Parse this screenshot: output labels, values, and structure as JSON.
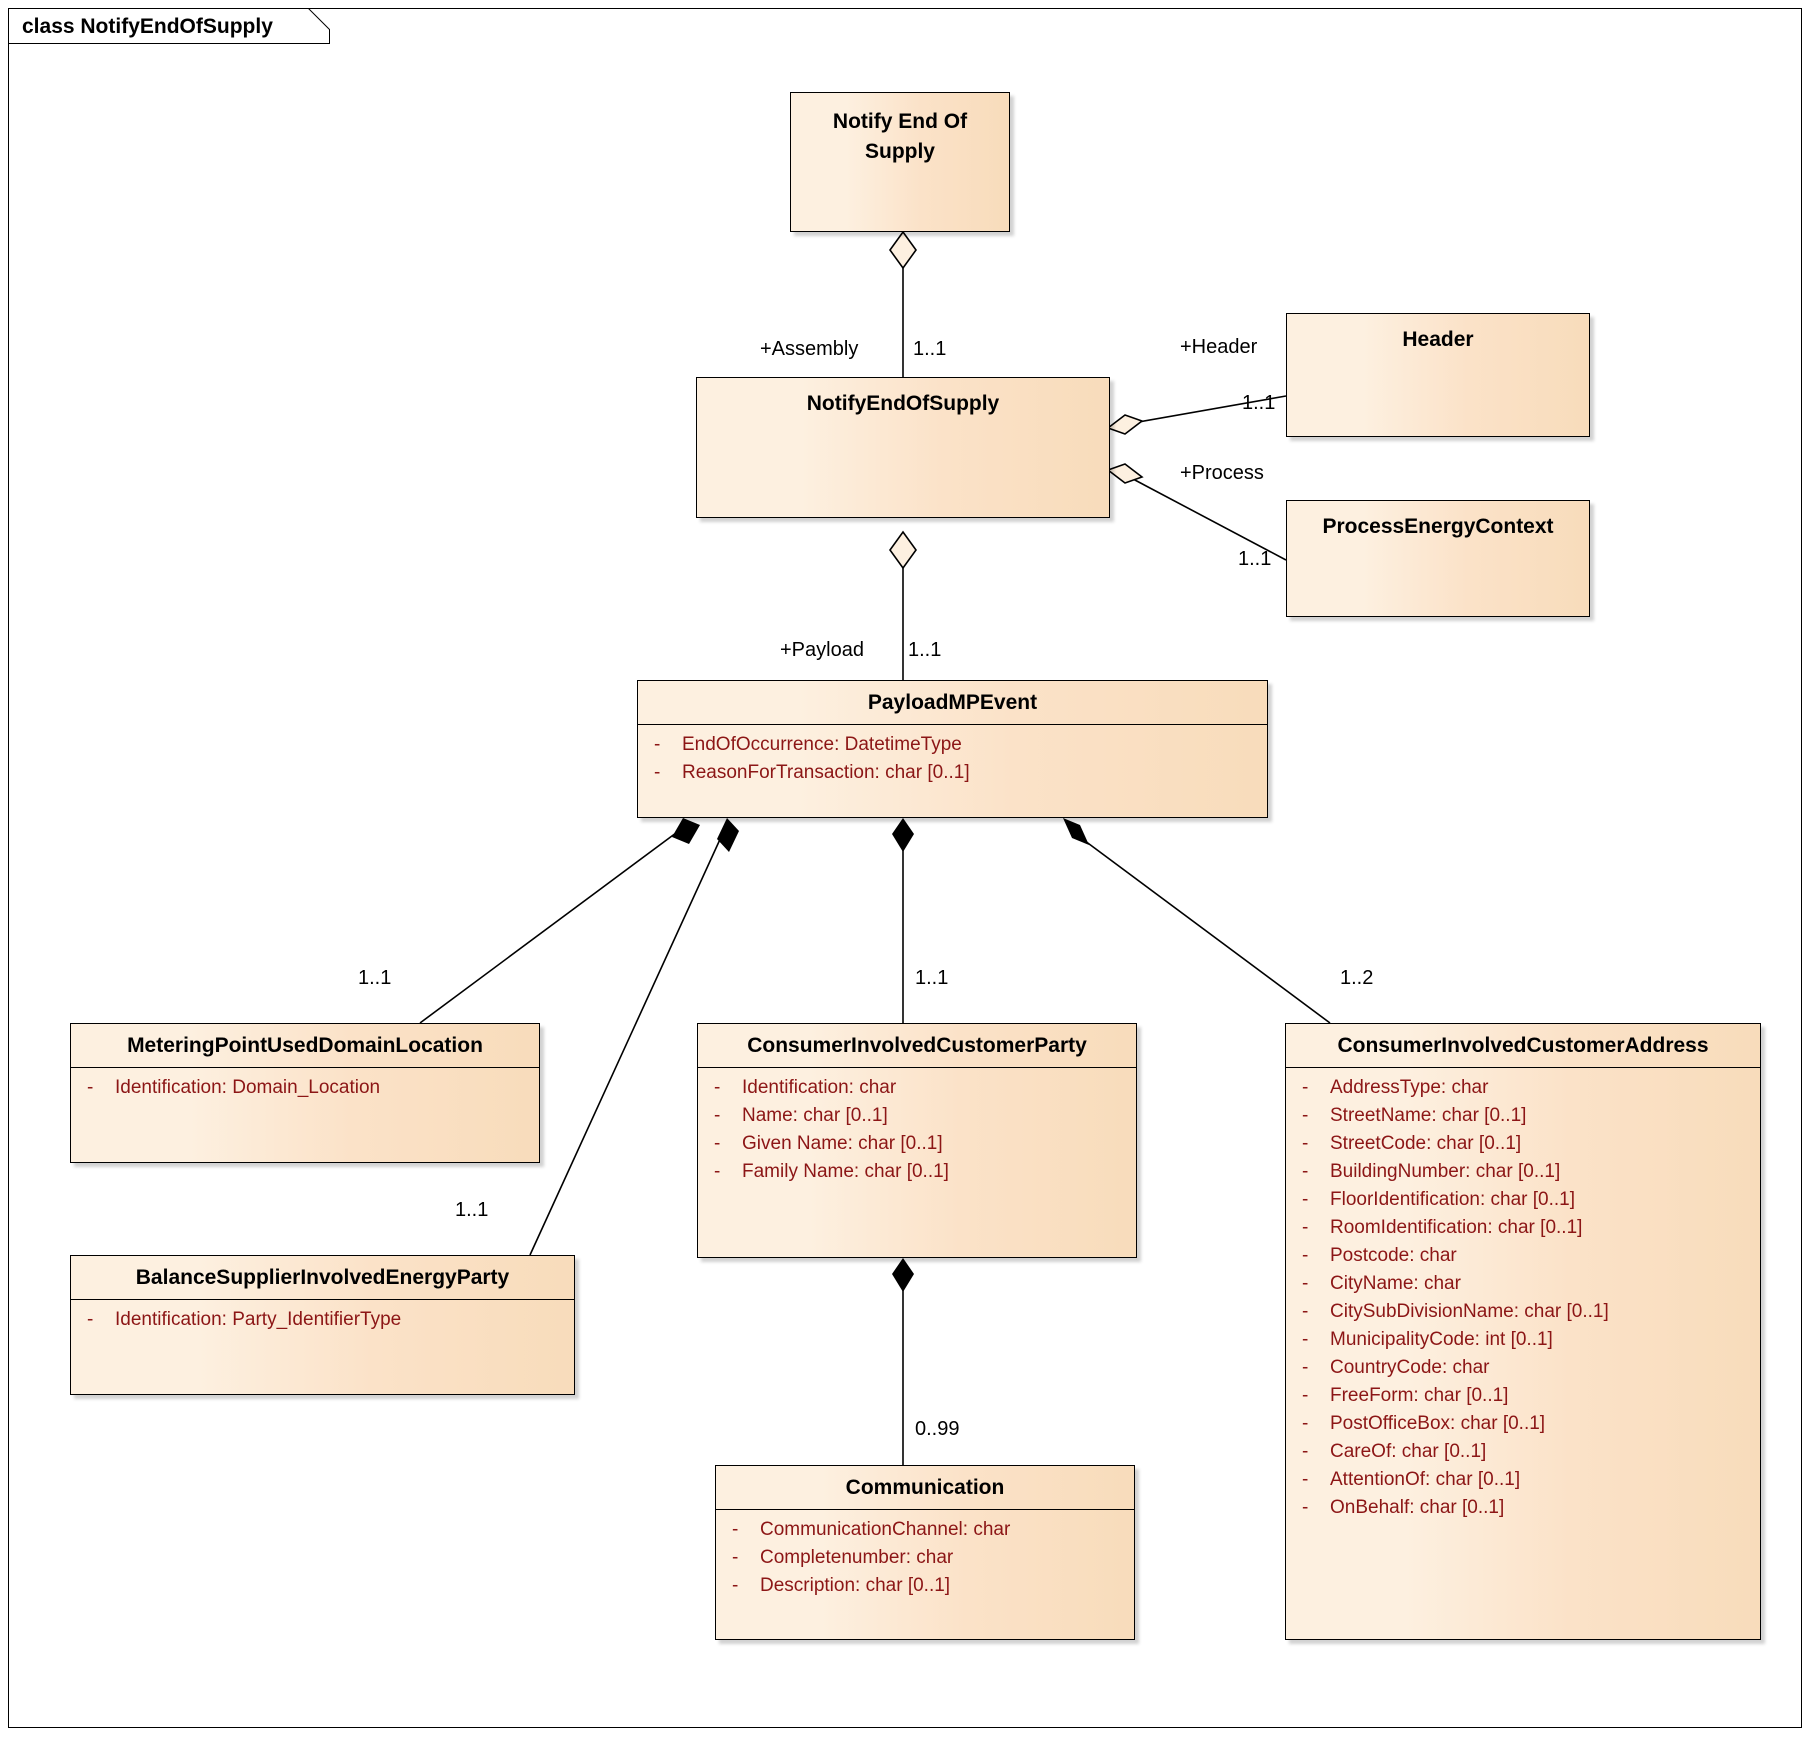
{
  "diagram": {
    "title": "class NotifyEndOfSupply",
    "kind": "uml-class-diagram",
    "colors": {
      "class_fill_light": "#fdf0e0",
      "class_fill_dark": "#f8dcbb",
      "border": "#000000",
      "attribute_text": "#8c1616",
      "class_name_text": "#000000"
    }
  },
  "classes": {
    "notify_end_of_supply_root": {
      "name": "Notify End Of\nSupply",
      "name_line1": "Notify End Of",
      "name_line2": "Supply",
      "attributes": []
    },
    "notify_end_of_supply": {
      "name": "NotifyEndOfSupply",
      "attributes": []
    },
    "header": {
      "name": "Header",
      "attributes": []
    },
    "process_energy_context": {
      "name": "ProcessEnergyContext",
      "attributes": []
    },
    "payload_mp_event": {
      "name": "PayloadMPEvent",
      "attributes": [
        {
          "visibility": "-",
          "text": "EndOfOccurrence: DatetimeType"
        },
        {
          "visibility": "-",
          "text": "ReasonForTransaction: char [0..1]"
        }
      ]
    },
    "metering_point_used_domain_location": {
      "name": "MeteringPointUsedDomainLocation",
      "attributes": [
        {
          "visibility": "-",
          "text": "Identification: Domain_Location"
        }
      ]
    },
    "balance_supplier_involved_energy_party": {
      "name": "BalanceSupplierInvolvedEnergyParty",
      "attributes": [
        {
          "visibility": "-",
          "text": "Identification: Party_IdentifierType"
        }
      ]
    },
    "consumer_involved_customer_party": {
      "name": "ConsumerInvolvedCustomerParty",
      "attributes": [
        {
          "visibility": "-",
          "text": "Identification: char"
        },
        {
          "visibility": "-",
          "text": "Name: char [0..1]"
        },
        {
          "visibility": "-",
          "text": "Given Name: char [0..1]"
        },
        {
          "visibility": "-",
          "text": "Family Name: char [0..1]"
        }
      ]
    },
    "consumer_involved_customer_address": {
      "name": "ConsumerInvolvedCustomerAddress",
      "attributes": [
        {
          "visibility": "-",
          "text": "AddressType: char"
        },
        {
          "visibility": "-",
          "text": "StreetName: char [0..1]"
        },
        {
          "visibility": "-",
          "text": "StreetCode: char [0..1]"
        },
        {
          "visibility": "-",
          "text": "BuildingNumber: char [0..1]"
        },
        {
          "visibility": "-",
          "text": "FloorIdentification: char [0..1]"
        },
        {
          "visibility": "-",
          "text": "RoomIdentification: char [0..1]"
        },
        {
          "visibility": "-",
          "text": "Postcode: char"
        },
        {
          "visibility": "-",
          "text": "CityName: char"
        },
        {
          "visibility": "-",
          "text": "CitySubDivisionName: char [0..1]"
        },
        {
          "visibility": "-",
          "text": "MunicipalityCode: int [0..1]"
        },
        {
          "visibility": "-",
          "text": "CountryCode: char"
        },
        {
          "visibility": "-",
          "text": "FreeForm: char [0..1]"
        },
        {
          "visibility": "-",
          "text": "PostOfficeBox: char [0..1]"
        },
        {
          "visibility": "-",
          "text": "CareOf: char [0..1]"
        },
        {
          "visibility": "-",
          "text": "AttentionOf: char [0..1]"
        },
        {
          "visibility": "-",
          "text": "OnBehalf: char [0..1]"
        }
      ]
    },
    "communication": {
      "name": "Communication",
      "attributes": [
        {
          "visibility": "-",
          "text": "CommunicationChannel: char"
        },
        {
          "visibility": "-",
          "text": "Completenumber: char"
        },
        {
          "visibility": "-",
          "text": "Description: char [0..1]"
        }
      ]
    }
  },
  "relationships": [
    {
      "id": "assembly",
      "from": "notify_end_of_supply_root",
      "to": "notify_end_of_supply",
      "type": "aggregation",
      "role": "+Assembly",
      "multiplicity": "1..1"
    },
    {
      "id": "header",
      "from": "notify_end_of_supply",
      "to": "header",
      "type": "aggregation",
      "role": "+Header",
      "multiplicity": "1..1"
    },
    {
      "id": "process",
      "from": "notify_end_of_supply",
      "to": "process_energy_context",
      "type": "aggregation",
      "role": "+Process",
      "multiplicity": "1..1"
    },
    {
      "id": "payload",
      "from": "notify_end_of_supply",
      "to": "payload_mp_event",
      "type": "aggregation",
      "role": "+Payload",
      "multiplicity": "1..1"
    },
    {
      "id": "mpudl",
      "from": "payload_mp_event",
      "to": "metering_point_used_domain_location",
      "type": "composition",
      "role": "",
      "multiplicity": "1..1"
    },
    {
      "id": "bsiep",
      "from": "payload_mp_event",
      "to": "balance_supplier_involved_energy_party",
      "type": "composition",
      "role": "",
      "multiplicity": "1..1"
    },
    {
      "id": "cicp",
      "from": "payload_mp_event",
      "to": "consumer_involved_customer_party",
      "type": "composition",
      "role": "",
      "multiplicity": "1..1"
    },
    {
      "id": "cica",
      "from": "payload_mp_event",
      "to": "consumer_involved_customer_address",
      "type": "composition",
      "role": "",
      "multiplicity": "1..2"
    },
    {
      "id": "comm",
      "from": "consumer_involved_customer_party",
      "to": "communication",
      "type": "composition",
      "role": "",
      "multiplicity": "0..99"
    }
  ],
  "labels": {
    "assembly_role": "+Assembly",
    "assembly_mult": "1..1",
    "header_role": "+Header",
    "header_mult": "1..1",
    "process_role": "+Process",
    "process_mult": "1..1",
    "payload_role": "+Payload",
    "payload_mult": "1..1",
    "mpudl_mult": "1..1",
    "bsiep_mult": "1..1",
    "cicp_mult": "1..1",
    "cica_mult": "1..2",
    "comm_mult": "0..99"
  }
}
